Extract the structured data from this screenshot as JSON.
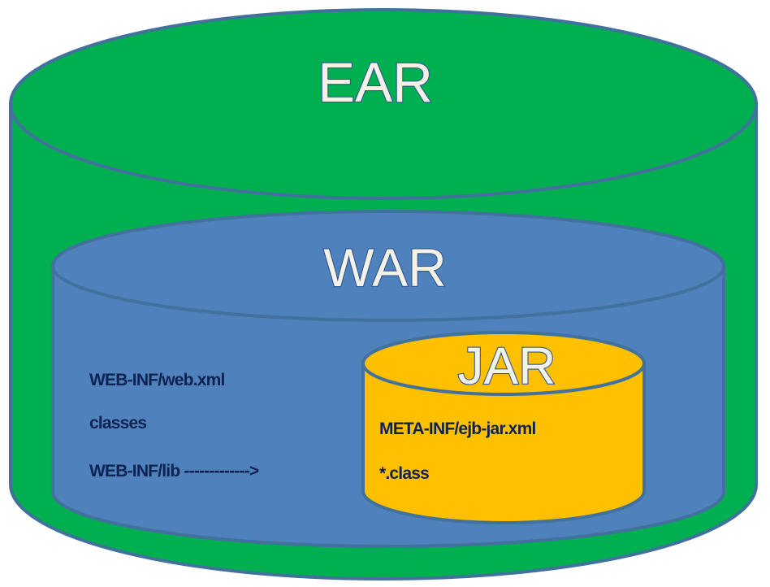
{
  "diagram": {
    "title": "Java EE packaging: EAR contains WAR contains JAR",
    "colors": {
      "ear_fill": "#00B050",
      "war_fill": "#4F81BD",
      "jar_fill": "#FFC000",
      "outline": "#41719C",
      "title_text": "#F4F1E6",
      "item_text": "#0F2352"
    },
    "ear": {
      "label": "EAR"
    },
    "war": {
      "label": "WAR",
      "items": [
        "WEB-INF/web.xml",
        "classes",
        "WEB-INF/lib ------------->"
      ]
    },
    "jar": {
      "label": "JAR",
      "items": [
        "META-INF/ejb-jar.xml",
        "*.class"
      ]
    }
  }
}
